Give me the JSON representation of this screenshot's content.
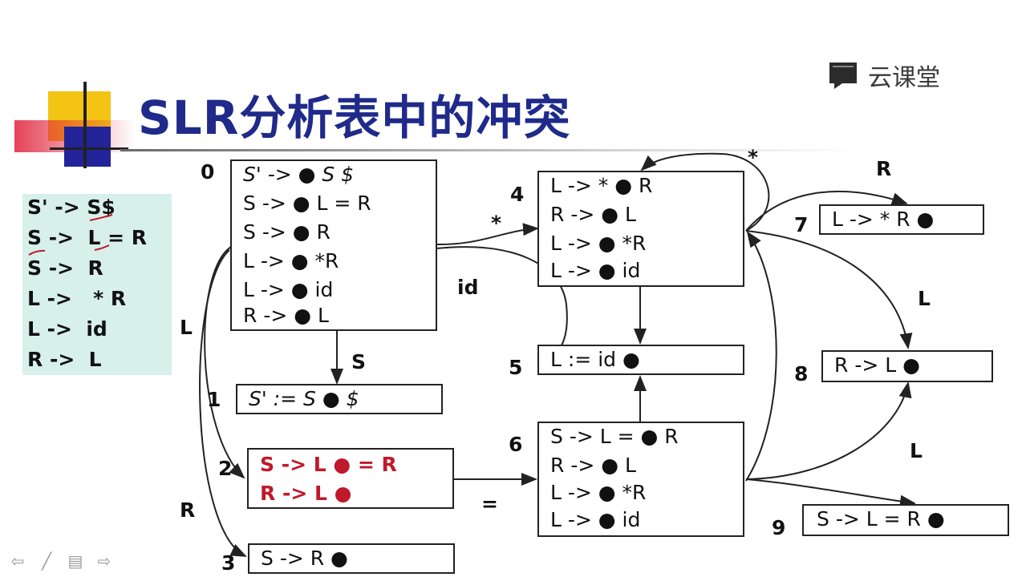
{
  "title": "SLR分析表中的冲突",
  "logo": {
    "text": "云课堂",
    "icon": "book-chat-icon"
  },
  "grammar": [
    "S' -> S$",
    "S ->  L = R",
    "S ->  R",
    "L ->   * R",
    "L ->  id",
    "R ->  L"
  ],
  "states": [
    {
      "id": "0",
      "items": [
        "S' -> ● S $",
        "S -> ● L = R",
        "S -> ● R",
        "L -> ● *R",
        "L -> ● id",
        "R -> ● L"
      ]
    },
    {
      "id": "1",
      "items": [
        "S' := S ● $"
      ]
    },
    {
      "id": "2",
      "items": [
        "S -> L ● = R",
        "R -> L ●"
      ]
    },
    {
      "id": "3",
      "items": [
        "S -> R ●"
      ]
    },
    {
      "id": "4",
      "items": [
        "L -> * ● R",
        "R -> ● L",
        "L -> ● *R",
        "L -> ● id"
      ]
    },
    {
      "id": "5",
      "items": [
        "L := id ●"
      ]
    },
    {
      "id": "6",
      "items": [
        "S -> L = ● R",
        "R -> ● L",
        "L -> ● *R",
        "L -> ● id"
      ]
    },
    {
      "id": "7",
      "items": [
        "L -> * R ●"
      ]
    },
    {
      "id": "8",
      "items": [
        "R -> L ●"
      ]
    },
    {
      "id": "9",
      "items": [
        "S -> L = R ●"
      ]
    }
  ],
  "edge_labels": {
    "s0_to_s1": "S",
    "s0_to_s2": "L",
    "s0_to_s3": "R",
    "s0_to_s4": "*",
    "s0_to_s5": "id",
    "s2_to_s6": "=",
    "s4_self": "*",
    "s4_to_s7": "R",
    "s4_to_s8": "L",
    "s6_to_s8": "L"
  },
  "colors": {
    "title": "#1f2a8a",
    "conflict": "#c0192b",
    "grammar_bg": "#d7f0ea"
  },
  "nav_icons": [
    "prev-arrow-icon",
    "pen-icon",
    "menu-icon",
    "next-arrow-icon"
  ]
}
